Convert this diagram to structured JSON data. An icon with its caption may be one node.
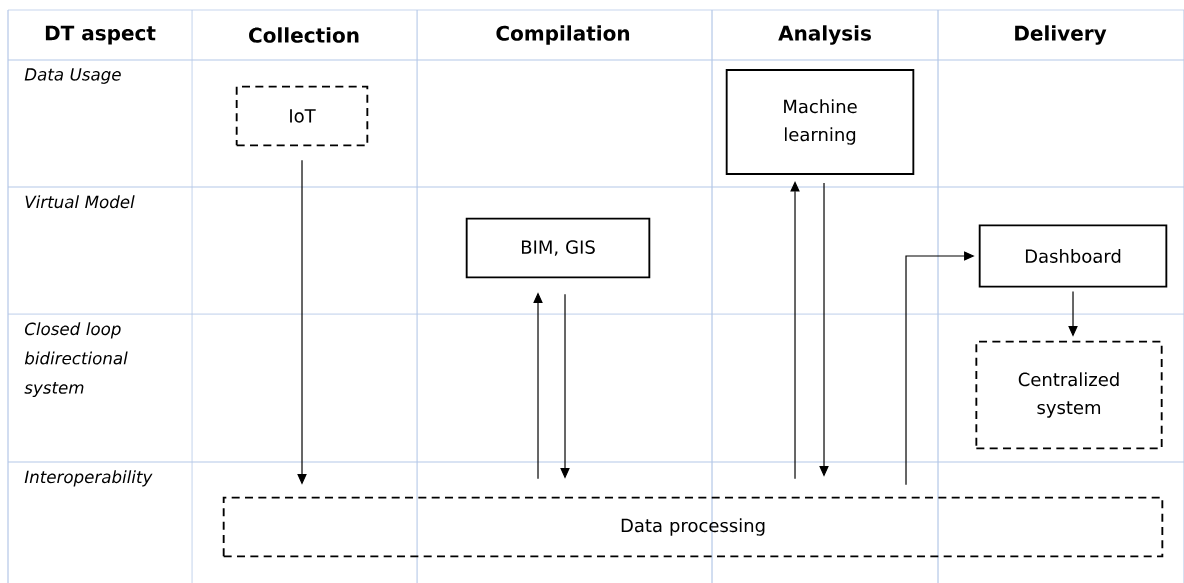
{
  "diagram": {
    "nodes": [
      {
        "text": [
          "IoT"
        ]
      },
      {
        "text": [
          "Machine learning"
        ]
      },
      {
        "text": [
          "BIM, GIS"
        ]
      },
      {
        "text": [
          "Dashboard"
        ]
      },
      {
        "text": [
          "Centralized system"
        ]
      },
      {
        "text": [
          "Data processing"
        ]
      }
    ],
    "edges": [
      {
        "from": 0,
        "to": 5,
        "arrow": "to"
      },
      {
        "from": 5,
        "to": 2,
        "arrow": "to"
      },
      {
        "from": 2,
        "to": 5,
        "arrow": "to"
      },
      {
        "from": 5,
        "to": 1,
        "arrow": "to"
      },
      {
        "from": 1,
        "to": 5,
        "arrow": "to"
      },
      {
        "from": 5,
        "to": 3,
        "arrow": "to"
      },
      {
        "from": 3,
        "to": 4,
        "arrow": "to"
      }
    ],
    "labels": [
      "DT aspect",
      "Collection",
      "Compilation",
      "Analysis",
      "Delivery",
      "Data Usage",
      "Virtual Model",
      "Closed loop bidirectional system",
      "Interoperability"
    ]
  }
}
